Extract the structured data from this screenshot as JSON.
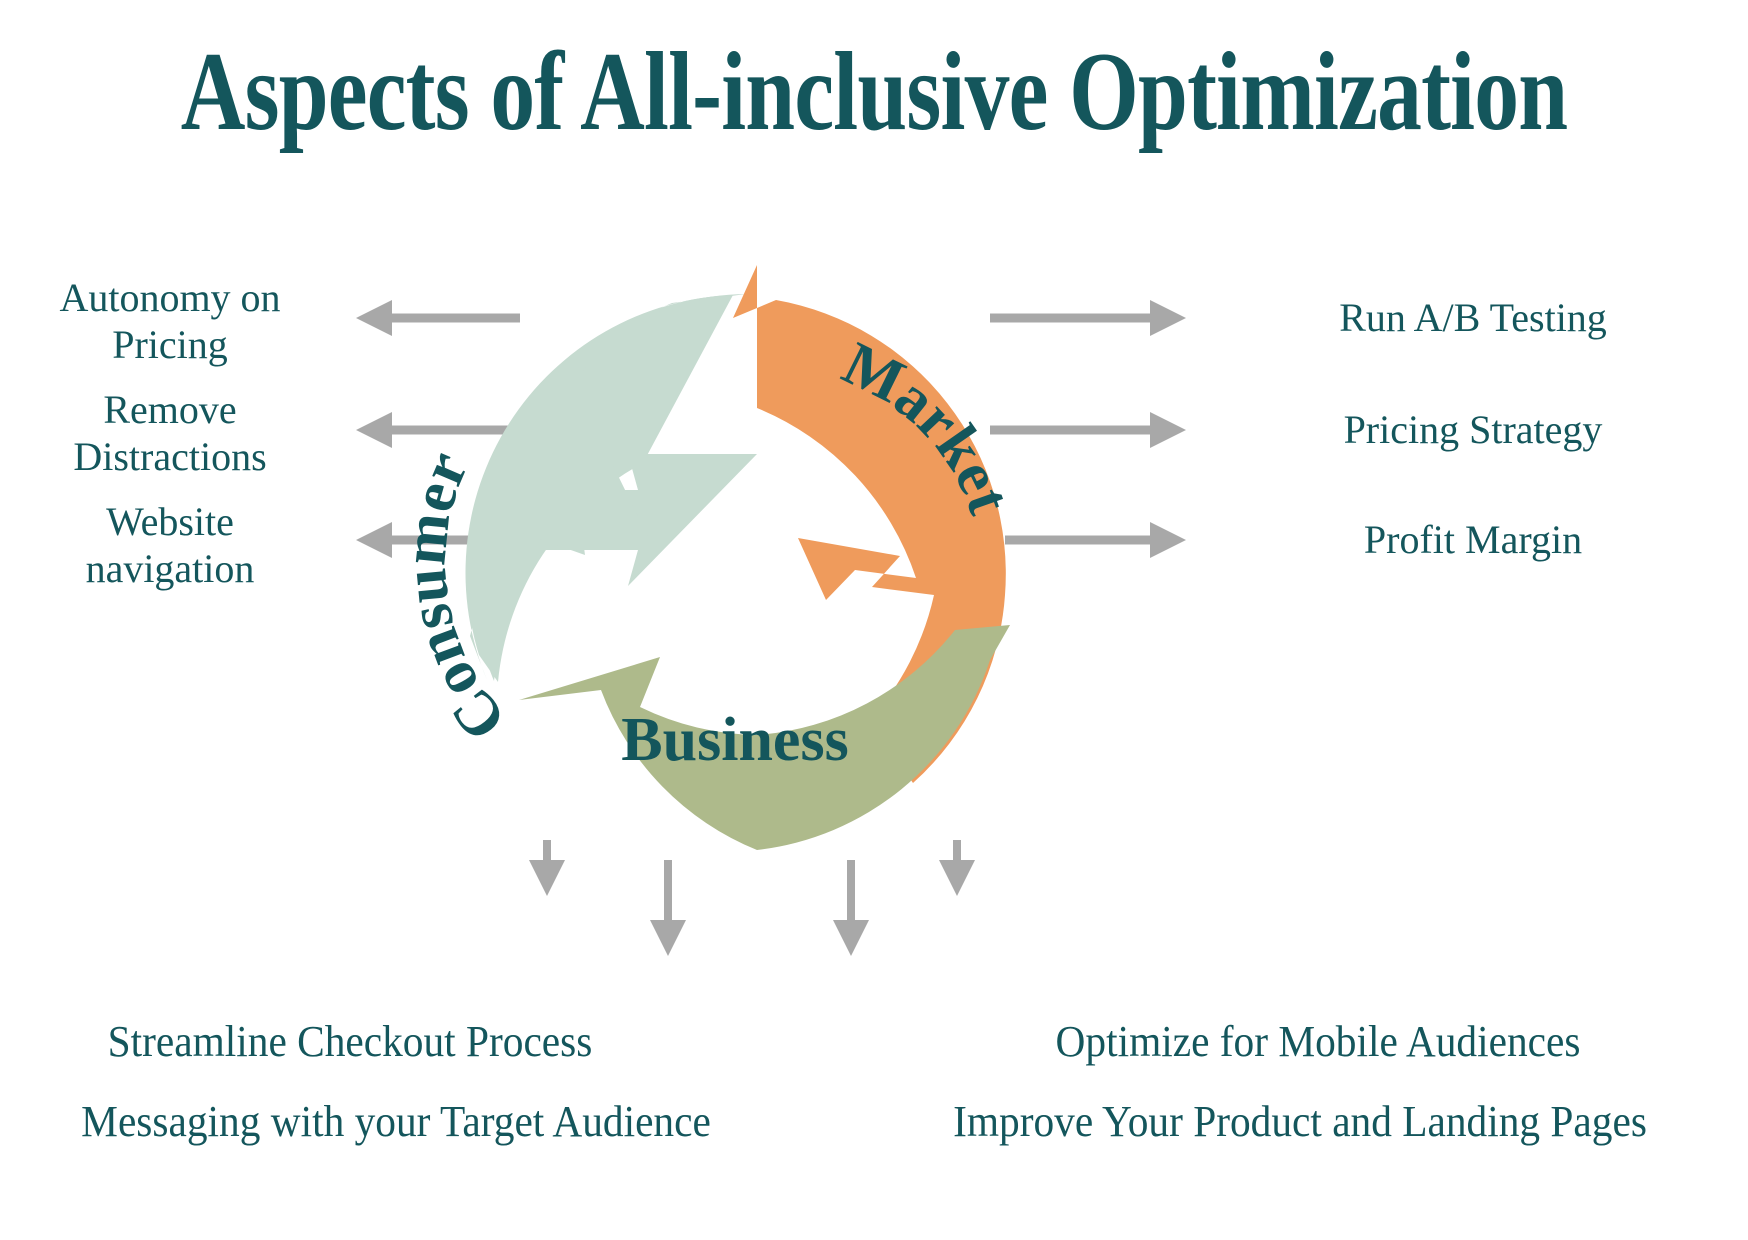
{
  "title": "Aspects of All-inclusive Optimization",
  "colors": {
    "text_teal": "#14565c",
    "consumer": "#c6dbd0",
    "market": "#ef9b5c",
    "business": "#aeba8b",
    "arrow_gray": "#a8a8a8",
    "background": "#ffffff"
  },
  "ring": {
    "segments": [
      {
        "name": "Consumer",
        "label": "Consumer",
        "color": "#c6dbd0"
      },
      {
        "name": "Market",
        "label": "Market",
        "color": "#ef9b5c"
      },
      {
        "name": "Business",
        "label": "Business",
        "color": "#aeba8b"
      }
    ]
  },
  "left_labels": [
    {
      "id": "autonomy-on-pricing",
      "line1": "Autonomy on",
      "line2": "Pricing"
    },
    {
      "id": "remove-distractions",
      "line1": "Remove",
      "line2": "Distractions"
    },
    {
      "id": "website-navigation",
      "line1": "Website",
      "line2": "navigation"
    }
  ],
  "right_labels": [
    {
      "id": "run-ab-testing",
      "text": "Run A/B Testing"
    },
    {
      "id": "pricing-strategy",
      "text": "Pricing Strategy"
    },
    {
      "id": "profit-margin",
      "text": "Profit Margin"
    }
  ],
  "bottom_labels": [
    {
      "id": "streamline-checkout-process",
      "text": "Streamline Checkout Process"
    },
    {
      "id": "optimize-for-mobile-audiences",
      "text": "Optimize for Mobile Audiences"
    },
    {
      "id": "messaging-with-your-target-audience",
      "text": "Messaging with your Target Audience"
    },
    {
      "id": "improve-your-product-and-landing-pages",
      "text": "Improve Your Product and Landing Pages"
    }
  ]
}
